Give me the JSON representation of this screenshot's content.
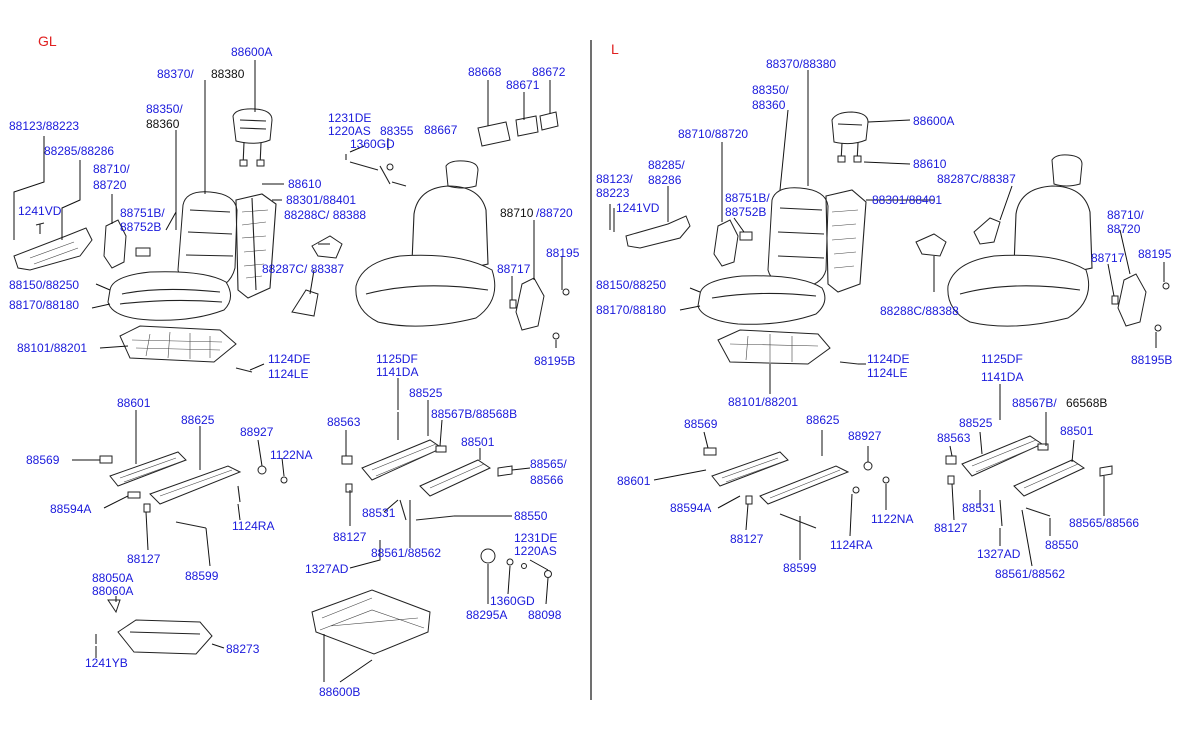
{
  "sections": {
    "left": "GL",
    "right": "L"
  },
  "left_labels": {
    "l_88600A": "88600A",
    "l_88370_a": "88370/",
    "l_88370_b": "88380",
    "l_88350_a": "88350/",
    "l_88350_b": "88360",
    "l_88123": "88123/88223",
    "l_88285": "88285/88286",
    "l_88710_a": "88710/",
    "l_88710_b": "88720",
    "l_1241VD": "1241VD",
    "l_88751B": "88751B/",
    "l_88752B": "88752B",
    "l_88150": "88150/88250",
    "l_88170": "88170/88180",
    "l_88101": "88101/88201",
    "l_1124DE": "1124DE",
    "l_1124LE": "1124LE",
    "l_88610": "88610",
    "l_88301": "88301/88401",
    "l_88288C": "88288C/ 88388",
    "l_88287C": "88287C/ 88387",
    "l_1231DE": "1231DE",
    "l_1220AS": "1220AS",
    "l_88355": "88355",
    "l_1360GD": "1360GD",
    "l_88668": "88668",
    "l_88672": "88672",
    "l_88671": "88671",
    "l_88667": "88667",
    "l_88710b_a": "88710",
    "l_88710b_b": "/88720",
    "l_88195": "88195",
    "l_88717": "88717",
    "l_88195B": "88195B",
    "l_88601": "88601",
    "l_88625": "88625",
    "l_88927": "88927",
    "l_88569": "88569",
    "l_1122NA": "1122NA",
    "l_88594A": "88594A",
    "l_1124RA": "1124RA",
    "l_88127": "88127",
    "l_88599": "88599",
    "l_1125DF": "1125DF",
    "l_1141DA": "1141DA",
    "l_88525": "88525",
    "l_88563": "88563",
    "l_88567B": "88567B/88568B",
    "l_88501": "88501",
    "l_88565_a": "88565/",
    "l_88565_b": "88566",
    "l_88531": "88531",
    "l_88550": "88550",
    "l_88127b": "88127",
    "l_88561": "88561/88562",
    "l_1327AD": "1327AD",
    "l_1231DEb": "1231DE",
    "l_1220ASb": "1220AS",
    "l_1360GDb": "1360GD",
    "l_88295A": "88295A",
    "l_88098": "88098",
    "l_88050A": "88050A",
    "l_88060A": "88060A",
    "l_88273": "88273",
    "l_1241YB": "1241YB",
    "l_88600B": "88600B"
  },
  "right_labels": {
    "r_88370": "88370/88380",
    "r_88350_a": "88350/",
    "r_88350_b": "88360",
    "r_88600A": "88600A",
    "r_88710": "88710/88720",
    "r_88123_a": "88123/",
    "r_88123_b": "88223",
    "r_88285_a": "88285/",
    "r_88285_b": "88286",
    "r_1241VD": "1241VD",
    "r_88751B": "88751B/",
    "r_88752B": "88752B",
    "r_88150": "88150/88250",
    "r_88170": "88170/88180",
    "r_88101": "88101/88201",
    "r_1124DE": "1124DE",
    "r_1124LE": "1124LE",
    "r_88610": "88610",
    "r_88287C": "88287C/88387",
    "r_88301": "88301/88401",
    "r_88288C": "88288C/88388",
    "r_88710b_a": "88710/",
    "r_88710b_b": "88720",
    "r_88717": "88717",
    "r_88195": "88195",
    "r_88195B": "88195B",
    "r_1125DF": "1125DF",
    "r_1141DA": "1141DA",
    "r_88567B": "88567B/",
    "r_66568B": "66568B",
    "r_88525": "88525",
    "r_88563": "88563",
    "r_88501": "88501",
    "r_88569": "88569",
    "r_88625": "88625",
    "r_88927": "88927",
    "r_88601": "88601",
    "r_88594A": "88594A",
    "r_88127": "88127",
    "r_1124RA": "1124RA",
    "r_1122NA": "1122NA",
    "r_88599": "88599",
    "r_88531": "88531",
    "r_88127b": "88127",
    "r_1327AD": "1327AD",
    "r_88550": "88550",
    "r_88565": "88565/88566",
    "r_88561": "88561/88562"
  },
  "colors": {
    "label": "#1a1adc",
    "section": "#e02020",
    "black_label": "#111111",
    "line": "#111111"
  }
}
